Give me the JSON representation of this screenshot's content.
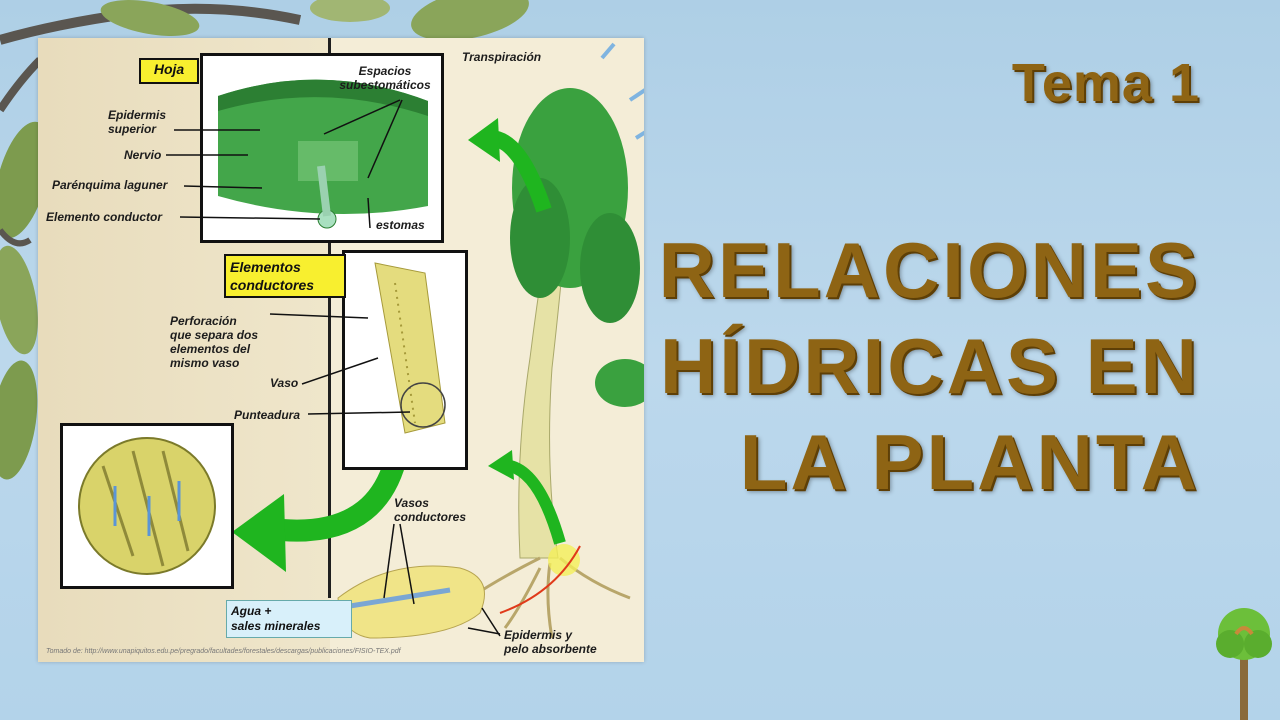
{
  "slide": {
    "topic": "Tema 1",
    "title_lines": [
      "RELACIONES",
      "HÍDRICAS EN",
      "LA PLANTA"
    ]
  },
  "figure": {
    "boxes": {
      "hoja": "Hoja",
      "elementos_line1": "Elementos",
      "elementos_line2": "conductores",
      "agua_line1": "Agua +",
      "agua_line2": "sales minerales"
    },
    "labels": {
      "transpiracion": "Transpiración",
      "espacios_line1": "Espacios",
      "espacios_line2": "subestomáticos",
      "epidermis_sup_line1": "Epidermis",
      "epidermis_sup_line2": "superior",
      "nervio": "Nervio",
      "parenquima": "Parénquima laguner",
      "elemento_conductor": "Elemento conductor",
      "estomas": "estomas",
      "perforacion_line1": "Perforación",
      "perforacion_line2": "que separa dos",
      "perforacion_line3": "elementos del",
      "perforacion_line4": "mismo vaso",
      "vaso": "Vaso",
      "punteadura": "Punteadura",
      "vasos_line1": "Vasos",
      "vasos_line2": "conductores",
      "epidermis_pelo_line1": "Epidermis y",
      "epidermis_pelo_line2": "pelo absorbente"
    },
    "source": "Tomado  de:  http://www.unapiquitos.edu.pe/pregrado/facultades/forestales/descargas/publicaciones/FISIO-TEX.pdf"
  },
  "colors": {
    "title": "#8e6414",
    "leaf_green": "#2f9a38",
    "arrow_green": "#1fb51f",
    "tag_yellow": "#f8ef2f",
    "background": "#b3d3ea"
  }
}
